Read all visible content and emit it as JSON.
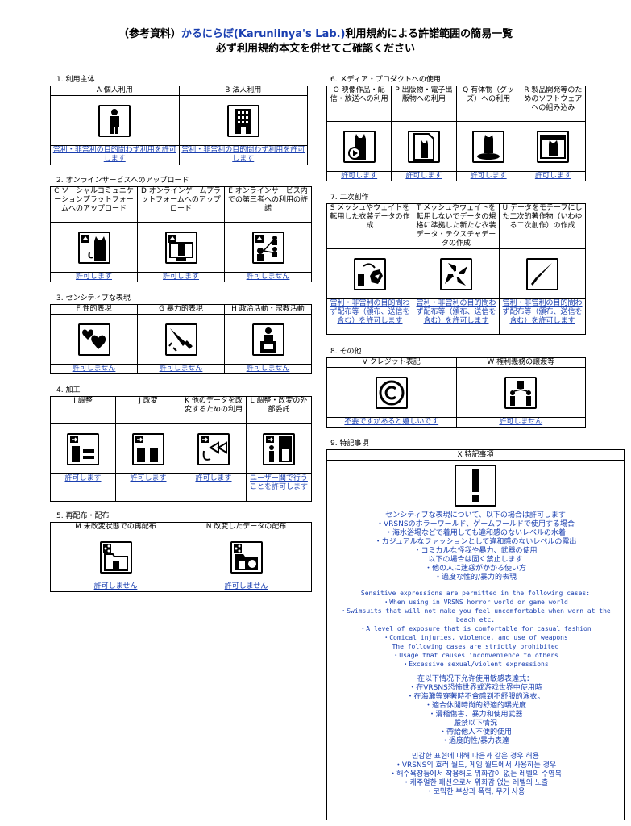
{
  "header": {
    "line1_pre": "（参考資料）",
    "brand": "かるにらぼ(Karuniinya's Lab.)",
    "line1_post": "利用規約による許諾範囲の簡易一覧",
    "line2": "必ず利用規約本文を併せてご確認ください"
  },
  "s1": {
    "title": "1. 利用主体",
    "a": "A 個人利用",
    "b": "B 法人利用",
    "a_st": "営利・非営利の目的問わず利用を許可します",
    "b_st": "営利・非営利の目的問わず利用を許可します"
  },
  "s2": {
    "title": "2. オンラインサービスへのアップロード",
    "c": "C ソーシャルコミュニケーションプラットフォームへのアップロード",
    "d": "D オンラインゲームプラットフォームへのアップロード",
    "e": "E オンラインサービス内での第三者への利用の許諾",
    "c_st": "許可します",
    "d_st": "許可します",
    "e_st": "許可しません"
  },
  "s3": {
    "title": "3. センシティブな表現",
    "f": "F 性的表現",
    "g": "G 暴力的表現",
    "h": "H 政治活動・宗教活動",
    "f_st": "許可しません",
    "g_st": "許可しません",
    "h_st": "許可しません"
  },
  "s4": {
    "title": "4. 加工",
    "i": "I 調整",
    "j": "J 改変",
    "k": "K 他のデータを改変するための利用",
    "l": "L 調整・改変の外部委託",
    "i_st": "許可します",
    "j_st": "許可します",
    "k_st": "許可します",
    "l_st": "ユーザー間で行うことを許可します"
  },
  "s5": {
    "title": "5. 再配布・配布",
    "m": "M 未改変状態での再配布",
    "n": "N 改変したデータの配布",
    "m_st": "許可しません",
    "n_st": "許可しません"
  },
  "s6": {
    "title": "6. メディア・プロダクトへの使用",
    "o": "O 映像作品・配信・放送への利用",
    "p": "P 出版物・電子出版物への利用",
    "q": "Q 有体物（グッズ）への利用",
    "r": "R 製品開発等のためのソフトウェアへの組み込み",
    "o_st": "許可します",
    "p_st": "許可します",
    "q_st": "許可します",
    "r_st": "許可します"
  },
  "s7": {
    "title": "7. 二次創作",
    "s": "S メッシュやウェイトを転用した衣装データの作成",
    "t": "T メッシュやウェイトを転用しないでデータの規格に準拠した新たな衣装データ・テクスチャデータの作成",
    "u": "U データをモチーフにした二次的著作物（いわゆる二次創作）の作成",
    "s_st": "営利・非営利の目的問わず配布等（頒布、送信を含む）を許可します",
    "t_st": "営利・非営利の目的問わず配布等（頒布、送信を含む）を許可します",
    "u_st": "営利・非営利の目的問わず配布等（頒布、送信を含む）を許可します"
  },
  "s8": {
    "title": "8. その他",
    "v": "V クレジット表記",
    "w": "W 権利義務の譲渡等",
    "v_st": "不要ですがあると嬉しいです",
    "w_st": "許可しません"
  },
  "s9": {
    "title": "9. 特記事項",
    "x": "X 特記事項",
    "ja": [
      "センシティブな表現について、以下の場合は許可します",
      "・VRSNSのホラーワールド、ゲームワールドで使用する場合",
      "・海水浴場などで着用しても違和感のないレベルの水着",
      "・カジュアルなファッションとして違和感のないレベルの露出",
      "・コミカルな怪我や暴力、武器の使用",
      "以下の場合は固く禁止します",
      "・他の人に迷惑がかかる使い方",
      "・過度な性的/暴力的表現"
    ],
    "en": [
      "Sensitive expressions are permitted in the following cases:",
      "・When using in VRSNS horror world or game world",
      "・Swimsuits that will not make you feel uncomfortable when worn at the beach etc.",
      "・A level of exposure that is comfortable for casual fashion",
      "・Comical injuries, violence, and use of weapons",
      "The following cases are strictly prohibited",
      "・Usage that causes inconvenience to others",
      "・Excessive sexual/violent expressions"
    ],
    "zh": [
      "在以下情况下允许使用敏感表達式：",
      "・在VRSNS恐怖世界或游戏世界中使用時",
      "・在海灘等穿著時不會感到不舒服的泳衣。",
      "・適合休閒時尚的舒適的曝光度",
      "・滑稽傷害、暴力和使用武器",
      "嚴禁以下情況",
      "・帶給他人不便的使用",
      "・過度的性/暴力表達"
    ],
    "ko": [
      "민감한 표현에 대해 다음과 같은 경우 허용",
      "・VRSNS의 호러 월드, 게임 월드에서 사용하는 경우",
      "・해수욕장등에서 착용해도 위화감이 없는 레벨의 수영복",
      "・캐주얼한 패션으로서 위화감 없는 레벨의 노출",
      "・코믹한 부상과 폭력, 무기 사용"
    ]
  },
  "icons": [
    "person-icon",
    "building-icon",
    "upload-cat-icon",
    "monitor-upload-icon",
    "third-party-share-icon",
    "heart-icon",
    "knife-icon",
    "podium-icon",
    "adjust-equals-icon",
    "modify-cats-icon",
    "ribbon-icon",
    "outsource-icon",
    "share-cat-icon",
    "share-modified-icon",
    "video-cat-icon",
    "book-cat-icon",
    "goods-cat-icon",
    "software-cat-icon",
    "mesh-recycle-icon",
    "new-texture-icon",
    "brush-icon",
    "copyright-icon",
    "transfer-icon",
    "exclamation-icon"
  ]
}
